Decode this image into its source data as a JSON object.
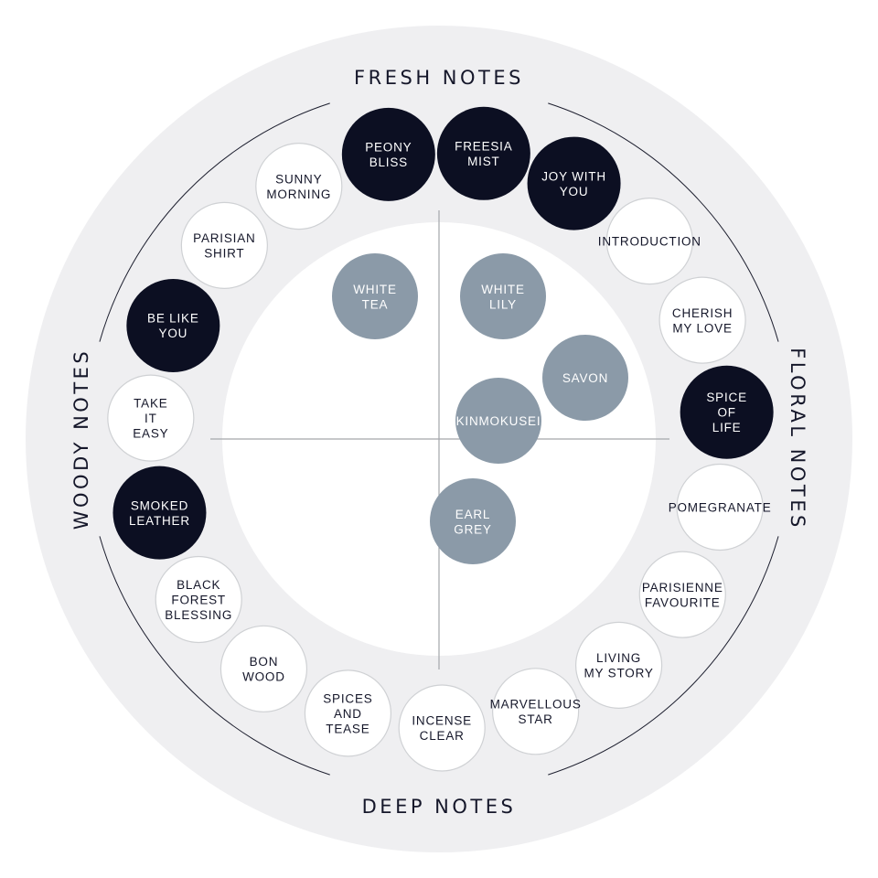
{
  "colors": {
    "ring_background": "#efeff1",
    "inner_background": "#ffffff",
    "axis_line": "#a3a6ab",
    "dark_fill": "#0c0f22",
    "grey_fill": "#8b9aa8",
    "outline": "#cfd1d4",
    "outline_text": "#15172a",
    "filled_text": "#ffffff"
  },
  "categories": {
    "top": "FRESH NOTES",
    "right": "FLORAL NOTES",
    "bottom": "DEEP NOTES",
    "left": "WOODY NOTES"
  },
  "ring_notes": [
    {
      "name": "SUNNY MORNING",
      "lines": [
        "SUNNY",
        "MORNING"
      ],
      "style": "outline"
    },
    {
      "name": "PEONY BLISS",
      "lines": [
        "PEONY",
        "BLISS"
      ],
      "style": "dark"
    },
    {
      "name": "FREESIA MIST",
      "lines": [
        "FREESIA",
        "MIST"
      ],
      "style": "dark"
    },
    {
      "name": "JOY WITH YOU",
      "lines": [
        "JOY WITH",
        "YOU"
      ],
      "style": "dark"
    },
    {
      "name": "INTRODUCTION",
      "lines": [
        "INTRODUCTION"
      ],
      "style": "outline"
    },
    {
      "name": "CHERISH MY LOVE",
      "lines": [
        "CHERISH",
        "MY LOVE"
      ],
      "style": "outline"
    },
    {
      "name": "SPICE OF LIFE",
      "lines": [
        "SPICE",
        "OF",
        "LIFE"
      ],
      "style": "dark"
    },
    {
      "name": "POMEGRANATE",
      "lines": [
        "POMEGRANATE"
      ],
      "style": "outline"
    },
    {
      "name": "PARISIENNE FAVOURITE",
      "lines": [
        "PARISIENNE",
        "FAVOURITE"
      ],
      "style": "outline"
    },
    {
      "name": "LIVING MY STORY",
      "lines": [
        "LIVING",
        "MY STORY"
      ],
      "style": "outline"
    },
    {
      "name": "MARVELLOUS STAR",
      "lines": [
        "MARVELLOUS",
        "STAR"
      ],
      "style": "outline"
    },
    {
      "name": "INCENSE CLEAR",
      "lines": [
        "INCENSE",
        "CLEAR"
      ],
      "style": "outline"
    },
    {
      "name": "SPICES AND TEASE",
      "lines": [
        "SPICES",
        "AND",
        "TEASE"
      ],
      "style": "outline"
    },
    {
      "name": "BON WOOD",
      "lines": [
        "BON",
        "WOOD"
      ],
      "style": "outline"
    },
    {
      "name": "BLACK FOREST BLESSING",
      "lines": [
        "BLACK",
        "FOREST",
        "BLESSING"
      ],
      "style": "outline"
    },
    {
      "name": "SMOKED LEATHER",
      "lines": [
        "SMOKED",
        "LEATHER"
      ],
      "style": "dark"
    },
    {
      "name": "TAKE IT EASY",
      "lines": [
        "TAKE",
        "IT",
        "EASY"
      ],
      "style": "outline"
    },
    {
      "name": "BE LIKE YOU",
      "lines": [
        "BE LIKE",
        "YOU"
      ],
      "style": "dark"
    },
    {
      "name": "PARISIAN SHIRT",
      "lines": [
        "PARISIAN",
        "SHIRT"
      ],
      "style": "outline"
    }
  ],
  "inner_notes": [
    {
      "name": "WHITE TEA",
      "lines": [
        "WHITE",
        "TEA"
      ]
    },
    {
      "name": "WHITE LILY",
      "lines": [
        "WHITE",
        "LILY"
      ]
    },
    {
      "name": "SAVON",
      "lines": [
        "SAVON"
      ]
    },
    {
      "name": "KINMOKUSEI",
      "lines": [
        "KINMOKUSEI"
      ]
    },
    {
      "name": "EARL GREY",
      "lines": [
        "EARL",
        "GREY"
      ]
    }
  ]
}
